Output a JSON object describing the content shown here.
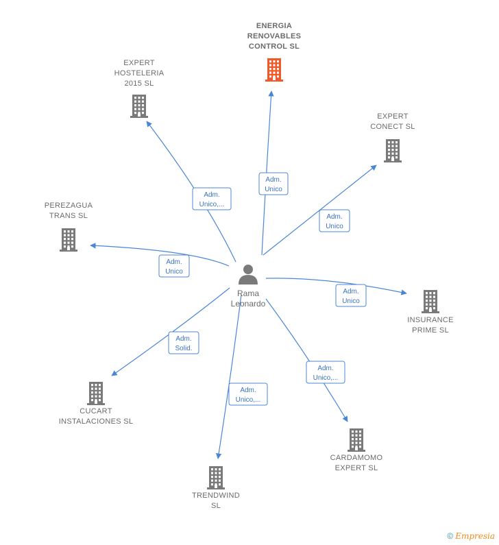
{
  "colors": {
    "edge": "#4a86d4",
    "building_default": "#7a7a7a",
    "building_highlight": "#f05a28",
    "person": "#7a7a7a"
  },
  "person": {
    "name_line1": "Rama",
    "name_line2": "Leonardo",
    "icon": "person-icon"
  },
  "companies": [
    {
      "id": "energia",
      "lines": [
        "ENERGIA",
        "RENOVABLES",
        "CONTROL  SL"
      ],
      "highlight": true,
      "icon": "building-icon"
    },
    {
      "id": "expert-hosteleria",
      "lines": [
        "EXPERT",
        "HOSTELERIA",
        "2015  SL"
      ],
      "highlight": false,
      "icon": "building-icon"
    },
    {
      "id": "expert-conect",
      "lines": [
        "EXPERT",
        "CONECT  SL"
      ],
      "highlight": false,
      "icon": "building-icon"
    },
    {
      "id": "perezagua",
      "lines": [
        "PEREZAGUA",
        "TRANS  SL"
      ],
      "highlight": false,
      "icon": "building-icon"
    },
    {
      "id": "insurance-prime",
      "lines": [
        "INSURANCE",
        "PRIME  SL"
      ],
      "highlight": false,
      "icon": "building-icon"
    },
    {
      "id": "cucart",
      "lines": [
        "CUCART",
        "INSTALACIONES SL"
      ],
      "highlight": false,
      "icon": "building-icon"
    },
    {
      "id": "trendwind",
      "lines": [
        "TRENDWIND",
        "SL"
      ],
      "highlight": false,
      "icon": "building-icon"
    },
    {
      "id": "cardamomo",
      "lines": [
        "CARDAMOMO",
        "EXPERT  SL"
      ],
      "highlight": false,
      "icon": "building-icon"
    }
  ],
  "relations": [
    {
      "to": "energia",
      "lines": [
        "Adm.",
        "Unico"
      ]
    },
    {
      "to": "expert-hosteleria",
      "lines": [
        "Adm.",
        "Unico,..."
      ]
    },
    {
      "to": "expert-conect",
      "lines": [
        "Adm.",
        "Unico"
      ]
    },
    {
      "to": "perezagua",
      "lines": [
        "Adm.",
        "Unico"
      ]
    },
    {
      "to": "insurance-prime",
      "lines": [
        "Adm.",
        "Unico"
      ]
    },
    {
      "to": "cucart",
      "lines": [
        "Adm.",
        "Solid."
      ]
    },
    {
      "to": "trendwind",
      "lines": [
        "Adm.",
        "Unico,..."
      ]
    },
    {
      "to": "cardamomo",
      "lines": [
        "Adm.",
        "Unico,..."
      ]
    }
  ],
  "footer": {
    "copyright_symbol": "©",
    "brand": "Empresia"
  }
}
